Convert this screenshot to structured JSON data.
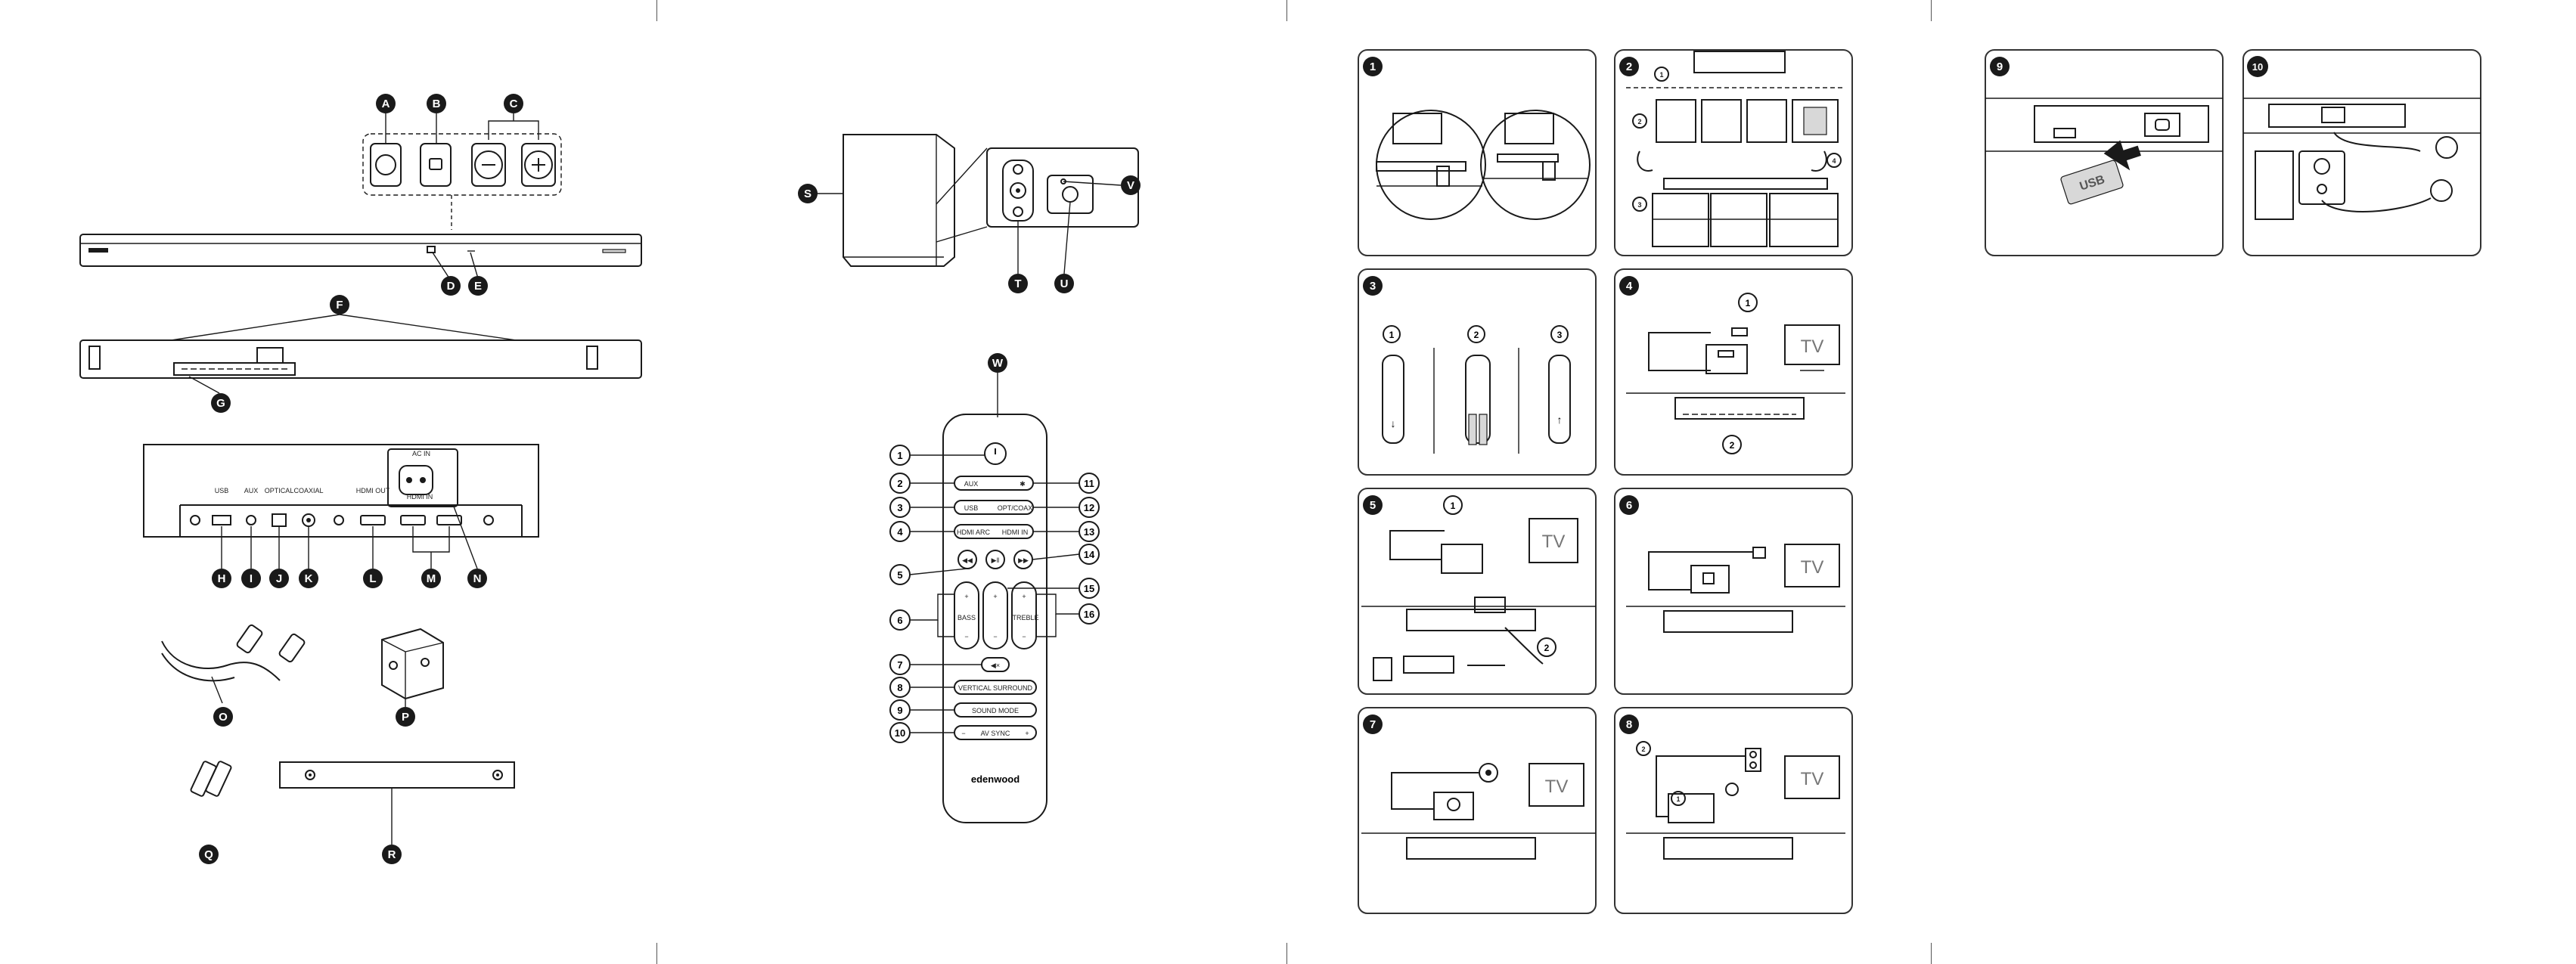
{
  "callouts": {
    "A": "A",
    "B": "B",
    "C": "C",
    "D": "D",
    "E": "E",
    "F": "F",
    "G": "G",
    "H": "H",
    "I": "I",
    "J": "J",
    "K": "K",
    "L": "L",
    "M": "M",
    "N": "N",
    "O": "O",
    "P": "P",
    "Q": "Q",
    "R": "R",
    "S": "S",
    "T": "T",
    "U": "U",
    "V": "V",
    "W": "W"
  },
  "port_labels": {
    "usb": "USB",
    "aux": "AUX",
    "optical": "OPTICAL",
    "coaxial": "COAXIAL",
    "hdmi_out": "HDMI OUT",
    "hdmi_in": "HDMI IN",
    "ac_in": "AC IN"
  },
  "remote": {
    "numbers": [
      "1",
      "2",
      "3",
      "4",
      "5",
      "6",
      "7",
      "8",
      "9",
      "10",
      "11",
      "12",
      "13",
      "14",
      "15",
      "16"
    ],
    "aux": "AUX",
    "usb": "USB",
    "hdmi_arc": "HDMI ARC",
    "optcoax": "OPT/COAX",
    "hdmi_in": "HDMI IN",
    "bass": "BASS",
    "treble": "TREBLE",
    "vertical_surround": "VERTICAL SURROUND",
    "sound_mode": "SOUND MODE",
    "av_sync": "AV SYNC",
    "minus": "−",
    "plus": "+",
    "brand": "edenwood"
  },
  "steps": {
    "s1": "1",
    "s2": "2",
    "s3": "3",
    "s4": "4",
    "s5": "5",
    "s6": "6",
    "s7": "7",
    "s8": "8",
    "s9": "9",
    "s10": "10"
  },
  "sub": {
    "one": "1",
    "two": "2",
    "three": "3",
    "four": "4"
  },
  "misc": {
    "tv": "TV",
    "usb_stick": "USB"
  },
  "colors": {
    "ink": "#1a1a1a",
    "badge": "#111111",
    "panel_border": "#333333"
  }
}
